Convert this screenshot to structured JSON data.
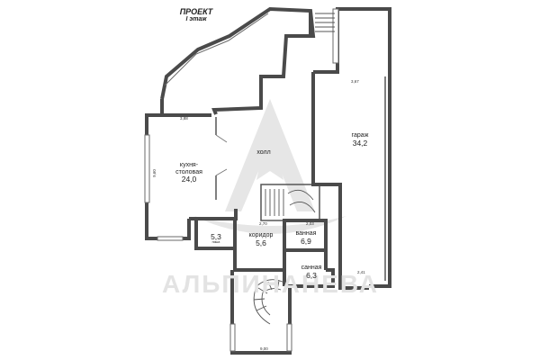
{
  "title": {
    "line1": "ПРОЕКТ",
    "line2": "I этаж"
  },
  "rooms": [
    {
      "name": "кухня-\nстоловая",
      "area": "24,0"
    },
    {
      "name": "холл",
      "area": ""
    },
    {
      "name": "гараж",
      "area": "34,2"
    },
    {
      "name": "коридор",
      "area": "5,6"
    },
    {
      "name": "ванная",
      "area": "6,9"
    },
    {
      "name": "санная",
      "area": "6,3"
    },
    {
      "name": "",
      "area": "5,3",
      "note": "ниша"
    }
  ],
  "dimensions": [
    "3,67",
    "3,88",
    "9,60",
    "2,70",
    "2,03",
    "2,41",
    "9,00"
  ],
  "watermark": {
    "text": "АЛЬПИНАНЕВА",
    "color": "#e3e3e3"
  }
}
